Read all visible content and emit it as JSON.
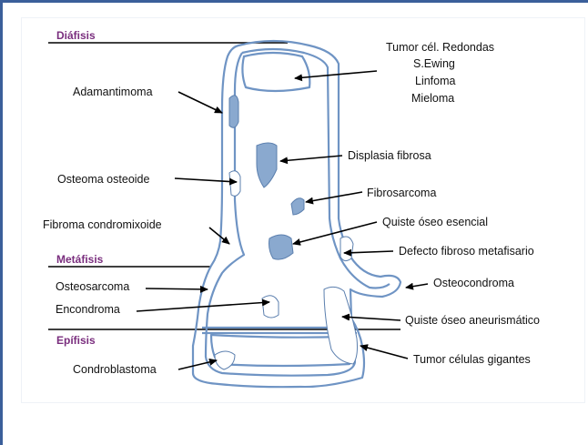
{
  "zones": {
    "diaphysis": "Diáfisis",
    "metaphysis": "Metáfisis",
    "epiphysis": "Epífisis"
  },
  "labels": {
    "tumor_round_cells": "Tumor cél. Redondas",
    "ewing": "S.Ewing",
    "lymphoma": "Linfoma",
    "myeloma": "Mieloma",
    "adamantinoma": "Adamantimoma",
    "fibrous_dysplasia": "Displasia fibrosa",
    "osteoid_osteoma": "Osteoma osteoide",
    "fibrosarcoma": "Fibrosarcoma",
    "simple_bone_cyst": "Quiste óseo esencial",
    "chondromyxoid_fibroma": "Fibroma condromixoide",
    "nonossifying_fibroma": "Defecto fibroso metafisario",
    "osteochondroma": "Osteocondroma",
    "osteosarcoma": "Osteosarcoma",
    "enchondroma": "Encondroma",
    "aneurysmal_bone_cyst": "Quiste óseo aneurismático",
    "chondroblastoma": "Condroblastoma",
    "giant_cell_tumor": "Tumor células gigantes"
  },
  "colors": {
    "zone_text": "#7a2e7e",
    "bone_outline": "#6f94c4",
    "lesion_fill": "#8aa9cf",
    "frame": "#3b5f9a"
  }
}
